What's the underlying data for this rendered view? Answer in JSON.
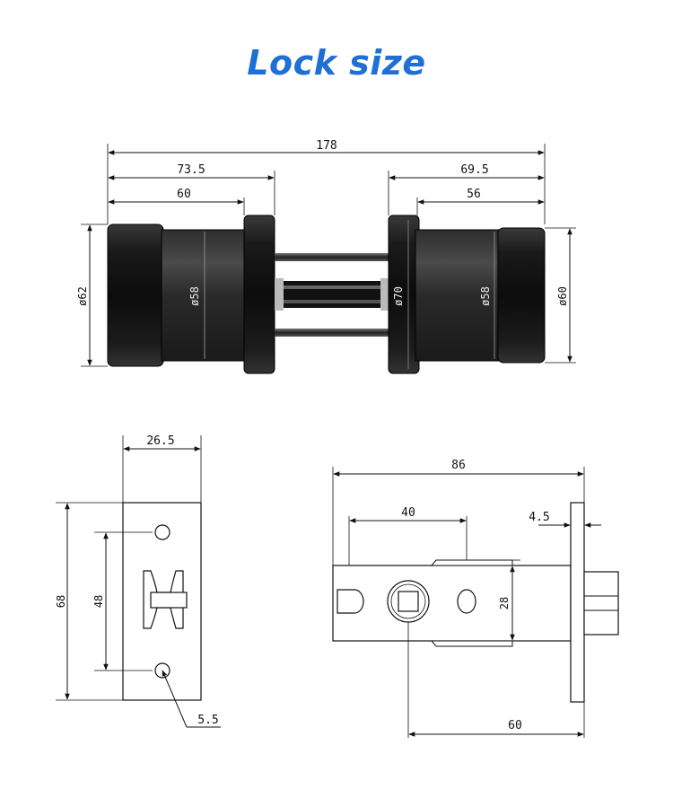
{
  "title": "Lock size",
  "top_view": {
    "overall_width": "178",
    "left_depth": "73.5",
    "right_depth": "69.5",
    "left_knob_len": "60",
    "right_knob_len": "56",
    "left_outer_dia": "ø62",
    "left_body_dia": "ø58",
    "rose_dia": "ø70",
    "right_body_dia": "ø58",
    "right_outer_dia": "ø60"
  },
  "strike_plate": {
    "width": "26.5",
    "height": "68",
    "hole_spacing": "48",
    "hole_dia": "5.5"
  },
  "latch": {
    "length": "86",
    "hole_spacing": "40",
    "face_thickness": "4.5",
    "height": "28",
    "backset": "60"
  }
}
